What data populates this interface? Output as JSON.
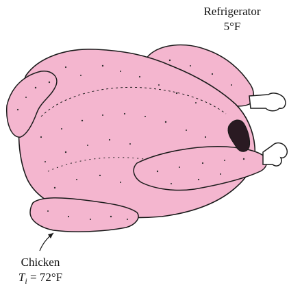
{
  "refrigerator": {
    "label": "Refrigerator",
    "temperature": "5°F"
  },
  "chicken": {
    "label": "Chicken",
    "temperature_symbol": "T",
    "temperature_subscript": "i",
    "temperature_value": " = 72°F"
  },
  "colors": {
    "chicken_body": "#f4b6cf",
    "outline": "#1a1a1a",
    "texture": "#2a2a2a",
    "bone": "#ffffff",
    "background": "#ffffff"
  }
}
